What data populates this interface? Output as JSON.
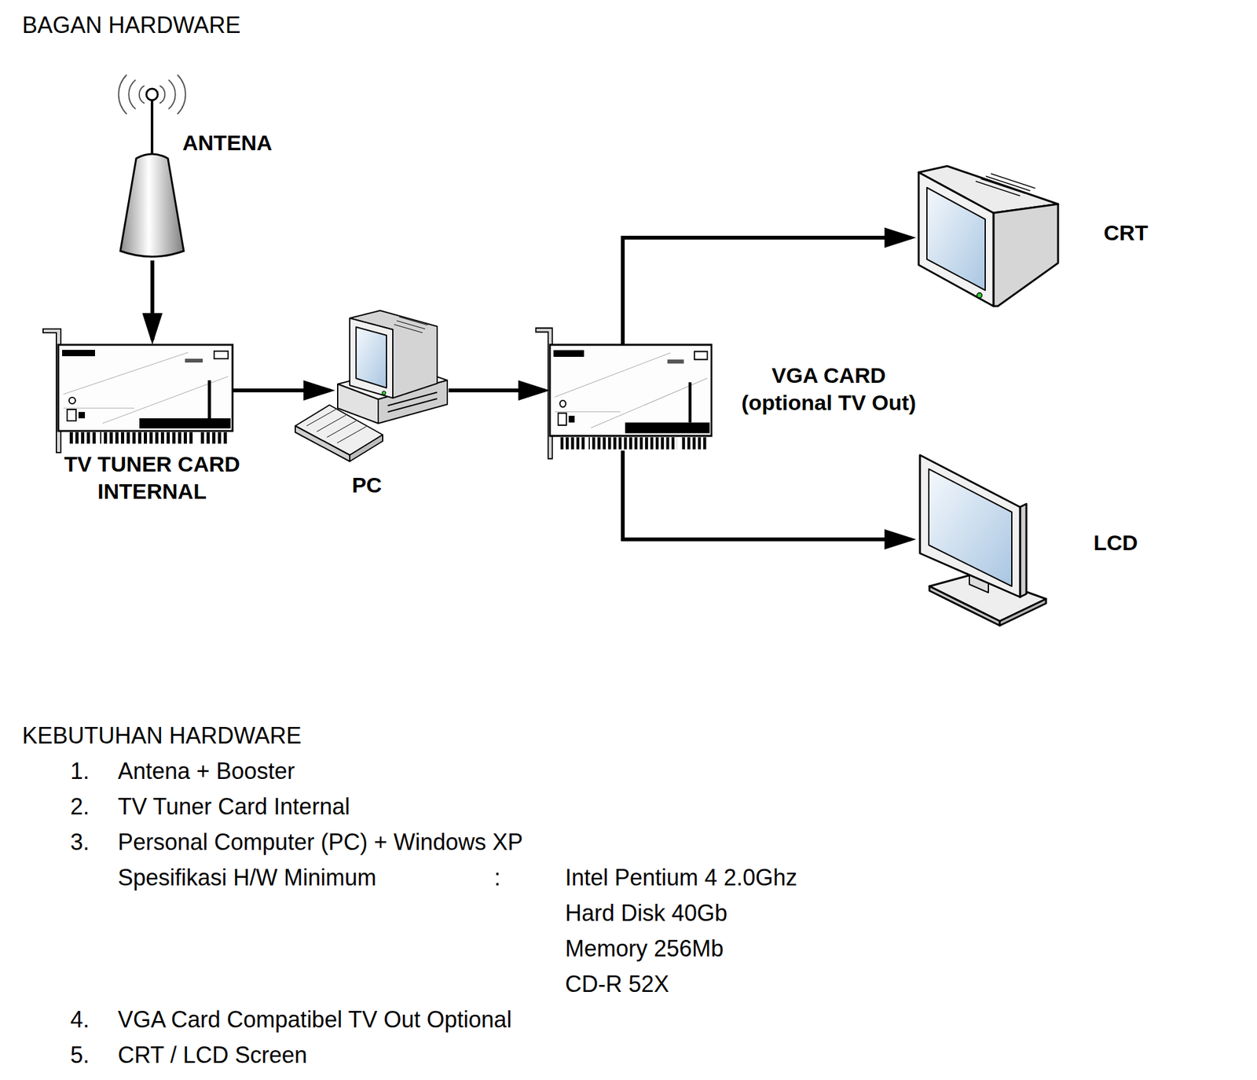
{
  "diagram": {
    "title": "BAGAN HARDWARE",
    "nodes": [
      {
        "text": [
          "ANTENA"
        ]
      },
      {
        "text": [
          "TV TUNER CARD INTERNAL"
        ]
      },
      {
        "text": [
          "PC"
        ]
      },
      {
        "text": [
          "VGA CARD (optional TV Out)"
        ]
      },
      {
        "text": [
          "CRT"
        ]
      },
      {
        "text": [
          "LCD"
        ]
      }
    ],
    "edges": [
      {
        "from": 0,
        "to": 1,
        "arrow": "to"
      },
      {
        "from": 1,
        "to": 2,
        "arrow": "to"
      },
      {
        "from": 2,
        "to": 3,
        "arrow": "to"
      },
      {
        "from": 3,
        "to": 4,
        "arrow": "to"
      },
      {
        "from": 3,
        "to": 5,
        "arrow": "to"
      }
    ],
    "labels": [
      "KEBUTUHAN HARDWARE",
      "1.",
      "Antena + Booster",
      "2.",
      "TV Tuner Card Internal",
      "3.",
      "Personal Computer (PC) + Windows XP",
      "Spesifikasi H/W Minimum",
      ":",
      "Intel Pentium 4 2.0Ghz",
      "Hard Disk 40Gb",
      "Memory 256Mb",
      "CD-R 52X",
      "4.",
      "VGA Card Compatibel TV Out Optional",
      "5.",
      "CRT / LCD Screen"
    ]
  }
}
